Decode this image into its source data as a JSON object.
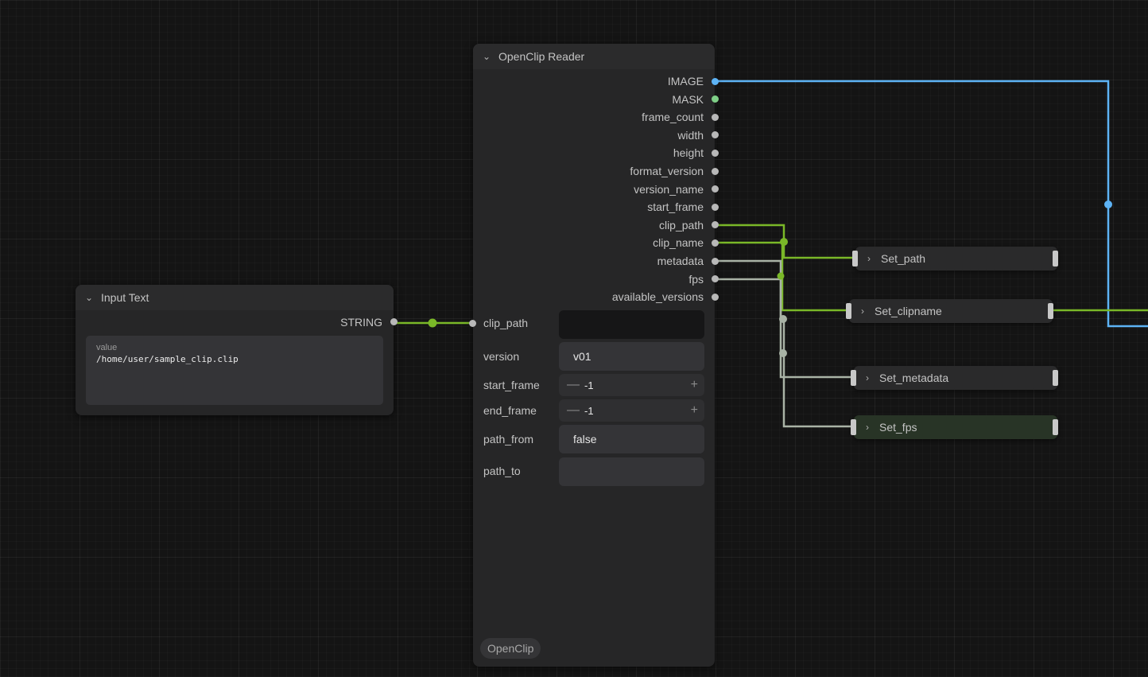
{
  "colors": {
    "image_wire": "#5db3f5",
    "mask_dot": "#7fcf87",
    "string_wire": "#7ab828",
    "gray_wire": "#a9b3a6",
    "set_fps_bg": "#283426"
  },
  "input_text": {
    "title": "Input Text",
    "output_label": "STRING",
    "value_label": "value",
    "value": "/home/user/sample_clip.clip"
  },
  "reader": {
    "title": "OpenClip Reader",
    "outputs": [
      "IMAGE",
      "MASK",
      "frame_count",
      "width",
      "height",
      "format_version",
      "version_name",
      "start_frame",
      "clip_path",
      "clip_name",
      "metadata",
      "fps",
      "available_versions"
    ],
    "widgets": {
      "clip_path_label": "clip_path",
      "clip_path_value": "",
      "version_label": "version",
      "version_value": "v01",
      "start_frame_label": "start_frame",
      "start_frame_value": "-1",
      "end_frame_label": "end_frame",
      "end_frame_value": "-1",
      "path_from_label": "path_from",
      "path_from_value": "false",
      "path_to_label": "path_to",
      "path_to_value": ""
    },
    "badge": "OpenClip"
  },
  "set_nodes": [
    "Set_path",
    "Set_clipname",
    "Set_metadata",
    "Set_fps"
  ],
  "icons": {
    "collapse": "chevron-down-icon",
    "expand": "chevron-right-icon",
    "minus": "minus-icon",
    "plus": "plus-icon"
  }
}
